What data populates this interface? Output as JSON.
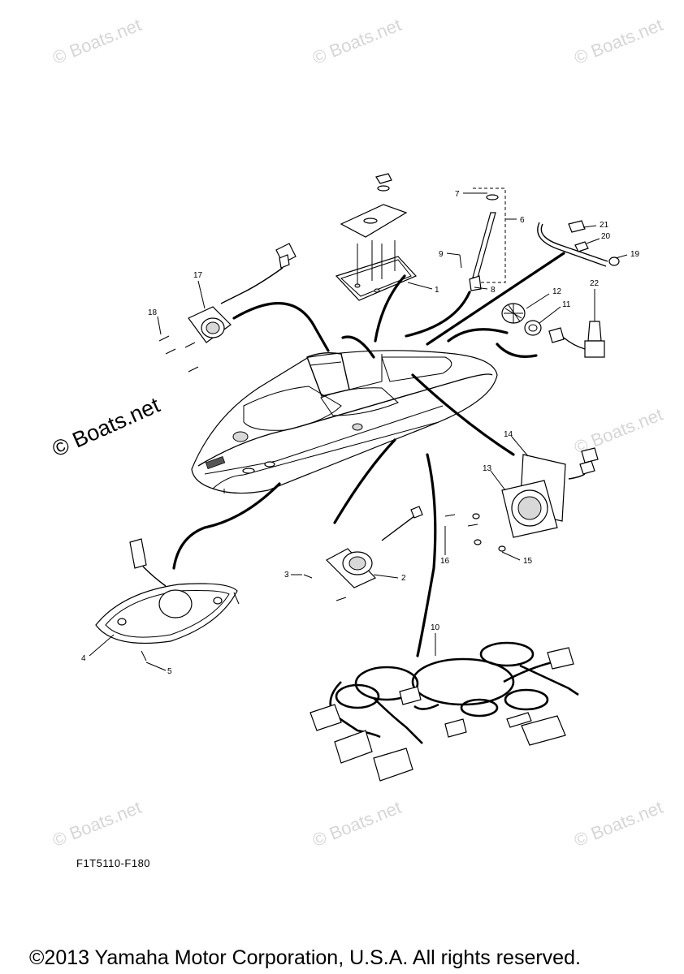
{
  "watermarks": [
    "© Boats.net",
    "© Boats.net",
    "© Boats.net",
    "© Boats.net",
    "© Boats.net",
    "© Boats.net",
    "© Boats.net",
    "© Boats.net",
    "© Boats.net"
  ],
  "callouts": [
    "1",
    "2",
    "3",
    "4",
    "5",
    "6",
    "7",
    "8",
    "9",
    "10",
    "11",
    "12",
    "13",
    "14",
    "15",
    "16",
    "17",
    "18",
    "19",
    "20",
    "21",
    "22"
  ],
  "diagram_code": "F1T5110-F180",
  "copyright": "©2013 Yamaha Motor Corporation, U.S.A. All rights reserved."
}
